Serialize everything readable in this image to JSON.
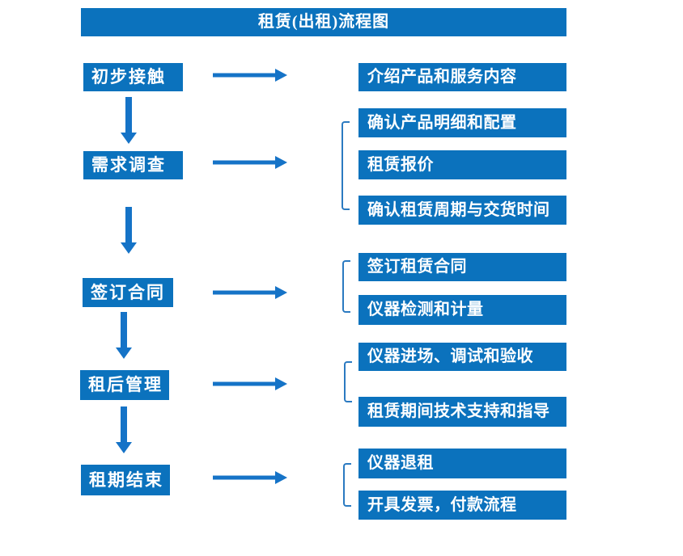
{
  "title": "租赁(出租)流程图",
  "steps": [
    {
      "label": "初步接触",
      "outputs": [
        "介绍产品和服务内容"
      ]
    },
    {
      "label": "需求调查",
      "outputs": [
        "确认产品明细和配置",
        "租赁报价",
        "确认租赁周期与交货时间"
      ]
    },
    {
      "label": "签订合同",
      "outputs": [
        "签订租赁合同",
        "仪器检测和计量"
      ]
    },
    {
      "label": "租后管理",
      "outputs": [
        "仪器进场、调试和验收",
        "租赁期间技术支持和指导"
      ]
    },
    {
      "label": "租期结束",
      "outputs": [
        "仪器退租",
        "开具发票，付款流程"
      ]
    }
  ],
  "colors": {
    "box_blue": "#0b72bd",
    "arrow_blue": "#1573c7",
    "bracket_blue": "#2b7ac1",
    "text_white": "#ffffff",
    "background": "#ffffff"
  }
}
